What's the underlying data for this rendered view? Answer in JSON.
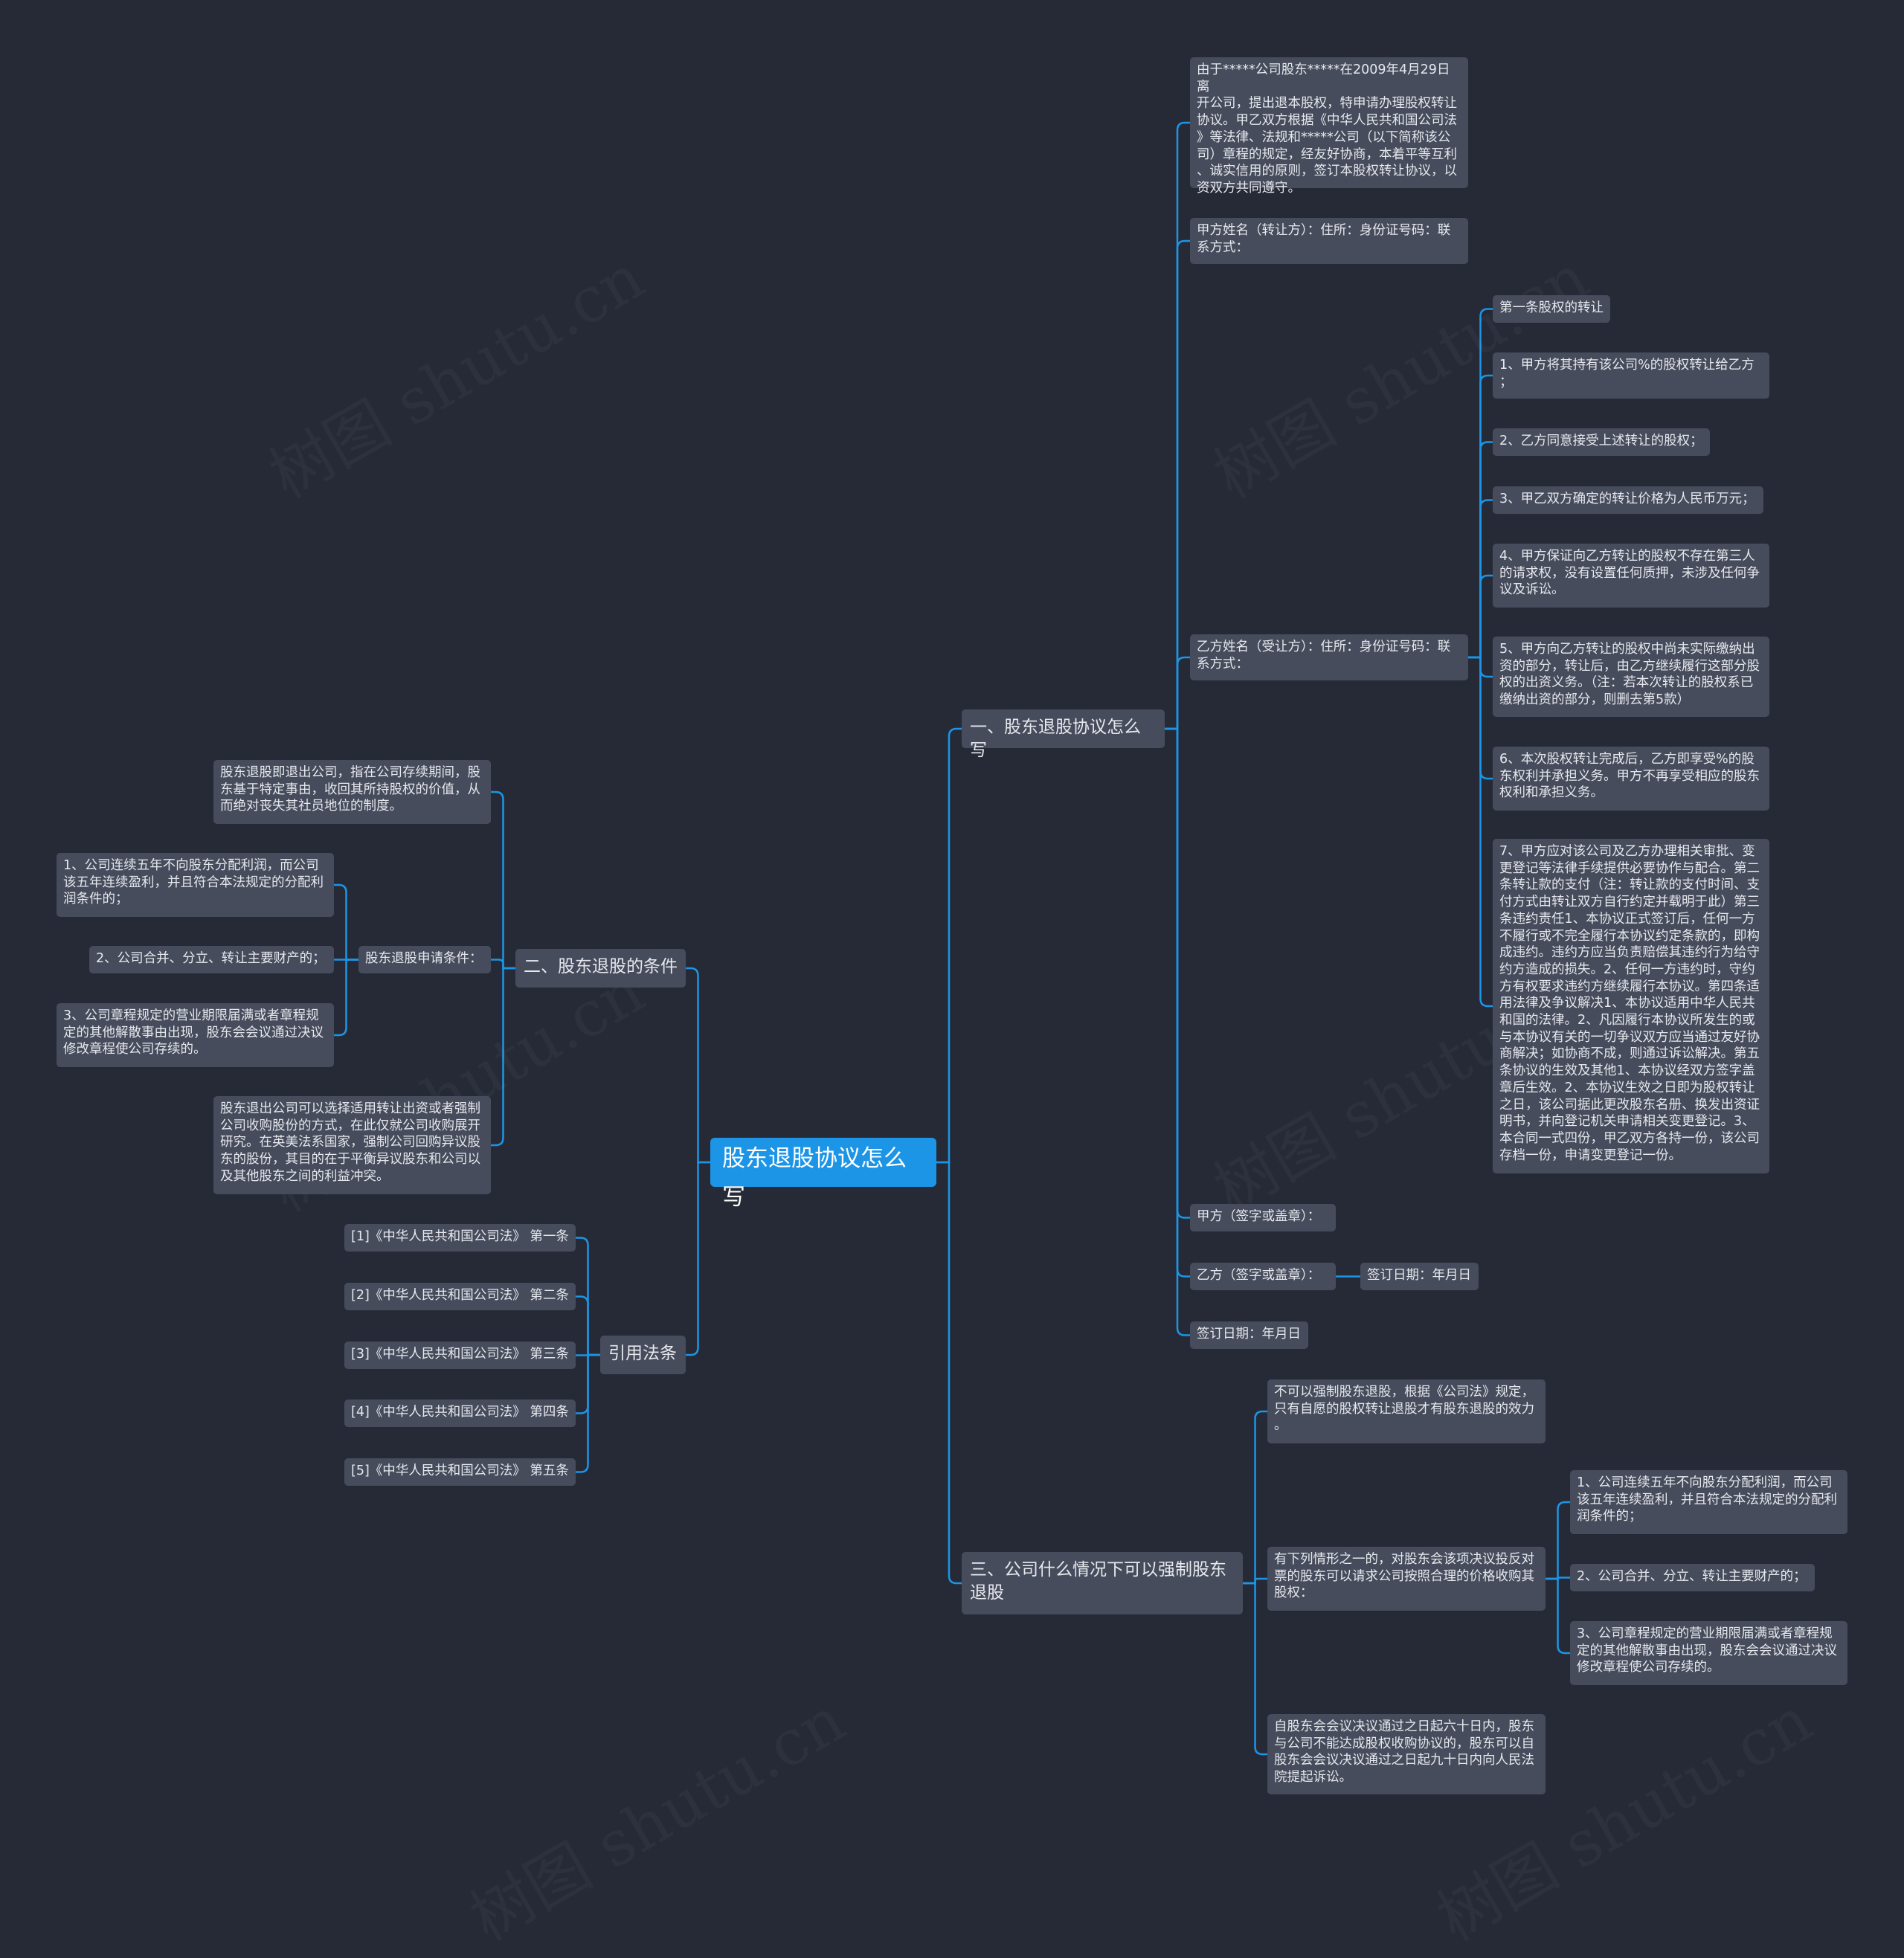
{
  "watermark": "树图 shutu.cn",
  "colors": {
    "background": "#252a36",
    "node": "#474c5c",
    "root": "#1d95e6",
    "connector": "#1d95e6"
  },
  "root": {
    "label": "股东退股协议怎么写"
  },
  "branches": {
    "b1": {
      "label": "一、股东退股协议怎么写",
      "intro": "由于*****公司股东*****在2009年4月29日离\n开公司，提出退本股权，特申请办理股权转让\n协议。甲乙双方根据《中华人民共和国公司法\n》等法律、法规和*****公司（以下简称该公\n司）章程的规定，经友好协商，本着平等互利\n、诚实信用的原则，签订本股权转让协议，以\n资双方共同遵守。",
      "party_a": "甲方姓名（转让方）：住所：身份证号码：联\n系方式：",
      "party_b": "乙方姓名（受让方）：住所：身份证号码：联\n系方式：",
      "terms": [
        "第一条股权的转让",
        "1、甲方将其持有该公司%的股权转让给乙方\n；",
        "2、乙方同意接受上述转让的股权；",
        "3、甲乙双方确定的转让价格为人民币万元；",
        "4、甲方保证向乙方转让的股权不存在第三人\n的请求权，没有设置任何质押，未涉及任何争\n议及诉讼。",
        "5、甲方向乙方转让的股权中尚未实际缴纳出\n资的部分，转让后，由乙方继续履行这部分股\n权的出资义务。（注：若本次转让的股权系已\n缴纳出资的部分，则删去第5款）",
        "6、本次股权转让完成后，乙方即享受%的股\n东权利并承担义务。甲方不再享受相应的股东\n权利和承担义务。",
        "7、甲方应对该公司及乙方办理相关审批、变\n更登记等法律手续提供必要协作与配合。第二\n条转让款的支付（注：转让款的支付时间、支\n付方式由转让双方自行约定并载明于此）第三\n条违约责任1、本协议正式签订后，任何一方\n不履行或不完全履行本协议约定条款的，即构\n成违约。违约方应当负责赔偿其违约行为给守\n约方造成的损失。2、任何一方违约时，守约\n方有权要求违约方继续履行本协议。第四条适\n用法律及争议解决1、本协议适用中华人民共\n和国的法律。2、凡因履行本协议所发生的或\n与本协议有关的一切争议双方应当通过友好协\n商解决；如协商不成，则通过诉讼解决。第五\n条协议的生效及其他1、本协议经双方签字盖\n章后生效。2、本协议生效之日即为股权转让\n之日，该公司据此更改股东名册、换发出资证\n明书，并向登记机关申请相关变更登记。3、\n本合同一式四份，甲乙双方各持一份，该公司\n存档一份，申请变更登记一份。"
      ],
      "sign_a": "甲方（签字或盖章）：",
      "sign_b": "乙方（签字或盖章）：",
      "sign_b_date": "签订日期：年月日",
      "sign_date": "签订日期：年月日"
    },
    "b2": {
      "label": "二、股东退股的条件",
      "definition": "股东退股即退出公司，指在公司存续期间，股\n东基于特定事由，收回其所持股权的价值，从\n而绝对丧失其社员地位的制度。",
      "conditions_label": "股东退股申请条件：",
      "conditions": [
        "1、公司连续五年不向股东分配利润，而公司\n该五年连续盈利，并且符合本法规定的分配利\n润条件的；",
        "2、公司合并、分立、转让主要财产的；",
        "3、公司章程规定的营业期限届满或者章程规\n定的其他解散事由出现，股东会会议通过决议\n修改章程使公司存续的。"
      ],
      "methods": "股东退出公司可以选择适用转让出资或者强制\n公司收购股份的方式，在此仅就公司收购展开\n研究。在英美法系国家，强制公司回购异议股\n东的股份，其目的在于平衡异议股东和公司以\n及其他股东之间的利益冲突。"
    },
    "b3": {
      "label": "引用法条",
      "items": [
        "[1]《中华人民共和国公司法》 第一条",
        "[2]《中华人民共和国公司法》 第二条",
        "[3]《中华人民共和国公司法》 第三条",
        "[4]《中华人民共和国公司法》 第四条",
        "[5]《中华人民共和国公司法》 第五条"
      ]
    },
    "b4": {
      "label": "三、公司什么情况下可以强制股东\n退股",
      "notice": "不可以强制股东退股，根据《公司法》规定，\n只有自愿的股权转让退股才有股东退股的效力\n。",
      "situations_label": "有下列情形之一的，对股东会该项决议投反对\n票的股东可以请求公司按照合理的价格收购其\n股权：",
      "situations": [
        "1、公司连续五年不向股东分配利润，而公司\n该五年连续盈利，并且符合本法规定的分配利\n润条件的；",
        "2、公司合并、分立、转让主要财产的；",
        "3、公司章程规定的营业期限届满或者章程规\n定的其他解散事由出现，股东会会议通过决议\n修改章程使公司存续的。"
      ],
      "lawsuit": "自股东会会议决议通过之日起六十日内，股东\n与公司不能达成股权收购协议的，股东可以自\n股东会会议决议通过之日起九十日内向人民法\n院提起诉讼。"
    }
  }
}
